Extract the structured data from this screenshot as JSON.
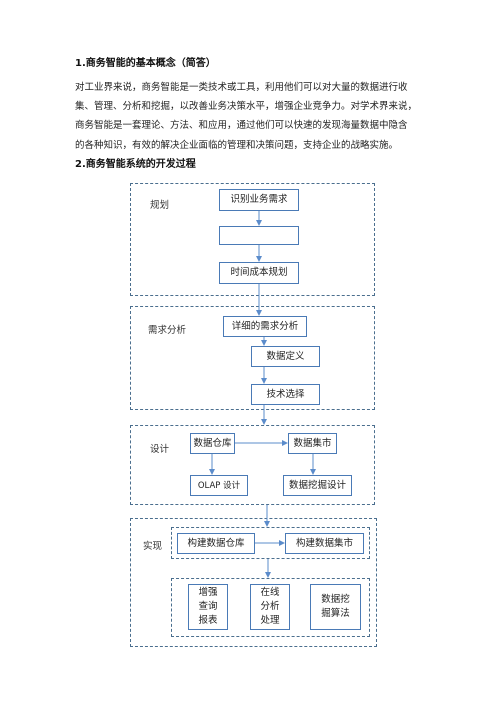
{
  "heading1": "1.商务智能的基本概念（简答）",
  "paragraph": [
    "对工业界来说，商务智能是一类技术或工具，利用他们可以对大量的数据进行收",
    "集、管理、分析和挖掘，以改善业务决策水平，增强企业竞争力。对学术界来说，",
    "商务智能是一套理论、方法、和应用，通过他们可以快速的发现海量数据中隐含",
    "的各种知识，有效的解决企业面临的管理和决策问题，支持企业的战略实施。"
  ],
  "heading2": "2.商务智能系统的开发过程",
  "diagram": {
    "planning": {
      "label": "规划",
      "box1": "识别业务需求",
      "box2": "",
      "box3": "时间成本规划"
    },
    "requirements": {
      "label": "需求分析",
      "box1": "详细的需求分析",
      "box2": "数据定义",
      "box3": "技术选择"
    },
    "design": {
      "label": "设计",
      "dw": "数据仓库",
      "dm": "数据集市",
      "olap": "OLAP 设计",
      "mining": "数据挖掘设计"
    },
    "implementation": {
      "label": "实现",
      "build_dw": "构建数据仓库",
      "build_dm": "构建数据集市",
      "query": "增强\n查询\n报表",
      "olap": "在线\n分析\n处理",
      "mining": "数据挖\n掘算法"
    }
  }
}
